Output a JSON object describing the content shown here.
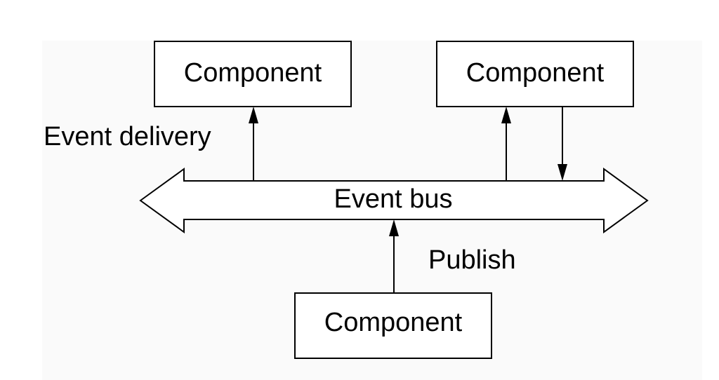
{
  "diagram": {
    "components": {
      "top_left": "Component",
      "top_right": "Component",
      "bottom": "Component"
    },
    "bus": {
      "label": "Event bus"
    },
    "edges": {
      "event_delivery": "Event delivery",
      "publish": "Publish"
    },
    "colors": {
      "stroke": "#000000",
      "background": "#ffffff"
    }
  }
}
